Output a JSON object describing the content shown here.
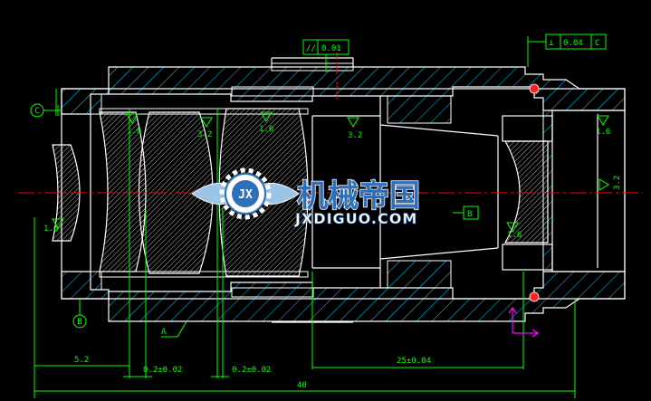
{
  "drawing": {
    "background_color": "#000000",
    "outline_color": "#ffffff",
    "hatch_color": "#00c8ff",
    "dimension_color": "#00ff00",
    "center_line_color": "#ff0000",
    "ucs_icon_color": "#ff00ff"
  },
  "tolerances": {
    "parallel": {
      "symbol": "//",
      "value": "0.01"
    },
    "perpendicular": {
      "symbol": "⊥",
      "value": "0.04",
      "datum": "C"
    }
  },
  "datums": {
    "c_label": "C",
    "b_label": "B",
    "b_box": "B",
    "a_label": "A"
  },
  "roughness": [
    "1.6",
    "3.2",
    "1.6",
    "3.2",
    "1.6",
    "3.2",
    "1.6",
    "1.6"
  ],
  "dimensions": {
    "d1": "5.2",
    "d2": "0.2±0.02",
    "d3": "0.2±0.02",
    "d4": "25±0.04",
    "overall": "40"
  },
  "watermark": {
    "chinese": "机械帝国",
    "latin": "JXDIGUO.COM",
    "emblem": "JX",
    "emblem_icon": "gear-wings-logo-icon"
  }
}
